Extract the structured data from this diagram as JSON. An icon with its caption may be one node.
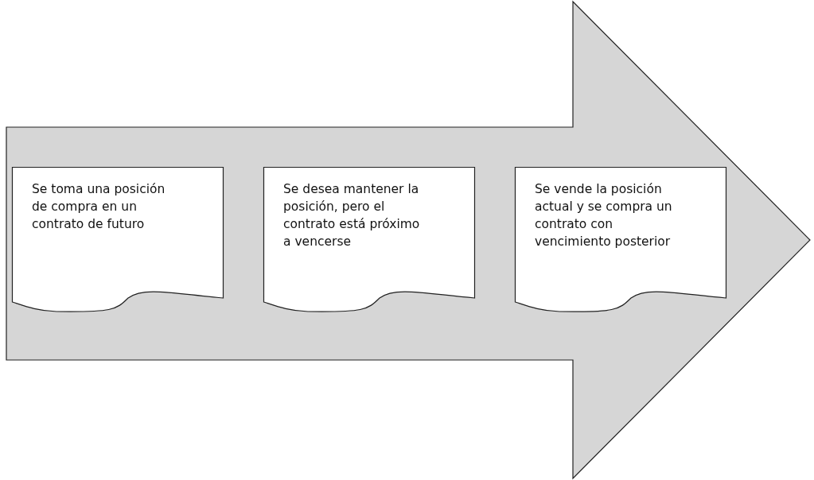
{
  "diagram": {
    "nodes": [
      {
        "text": [],
        "shape": "arrow"
      },
      {
        "text": [
          "Se toma una posición de compra en un contrato de futuro"
        ],
        "in": 0
      },
      {
        "text": [
          "Se desea mantener la posición, pero el contrato está próximo a vencerse"
        ],
        "in": 0
      },
      {
        "text": [
          "Se vende la posición actual y se compra un contrato con vencimiento posterior"
        ],
        "in": 0
      }
    ]
  }
}
